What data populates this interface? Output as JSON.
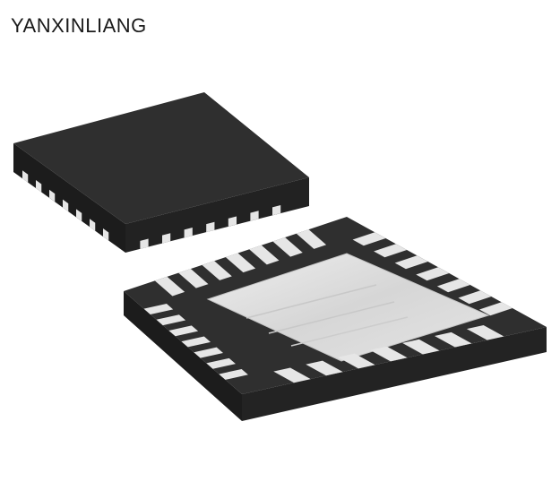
{
  "watermark": {
    "text": "YANXINLIANG"
  },
  "scene": {
    "subject": "chip-photo",
    "colors": {
      "body_top": "#2f2f2f",
      "body_side": "#1c1c1c",
      "pad": "#e6e6e6",
      "thermal_pad": "#dcdcdc",
      "background": "#ffffff"
    },
    "top_chip": {
      "pins_per_side": 7
    },
    "bottom_chip": {
      "pins_per_side": 7
    }
  }
}
